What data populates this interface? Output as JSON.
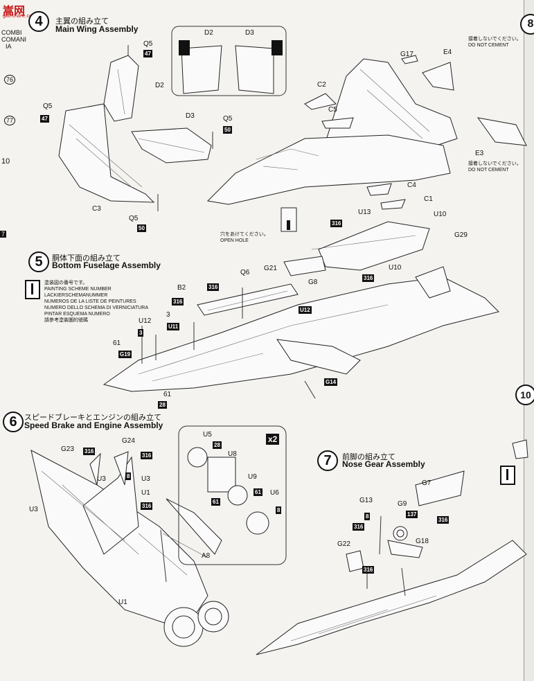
{
  "watermark": {
    "text": "嵩网",
    "sub": "gao.chane.com"
  },
  "left_fragments": [
    "COMBI",
    "COMANI",
    "IA",
    "76",
    "77",
    "10",
    "7"
  ],
  "right_edge": {
    "step_number": "8",
    "step10_number": "10"
  },
  "steps": [
    {
      "number": "4",
      "title_jp": "主翼の組み立て",
      "title_en": "Main Wing Assembly"
    },
    {
      "number": "5",
      "title_jp": "胴体下面の組み立て",
      "title_en": "Bottom Fuselage Assembly"
    },
    {
      "number": "6",
      "title_jp": "スピードブレーキとエンジンの組み立て",
      "title_en": "Speed Brake and Engine Assembly"
    },
    {
      "number": "7",
      "title_jp": "前脚の組み立て",
      "title_en": "Nose Gear Assembly"
    }
  ],
  "notes": {
    "do_not_cement_jp": "接着しないでください。",
    "do_not_cement_en": "DO NOT CEMENT",
    "open_hole_jp": "穴をあけてください。",
    "open_hole_en": "OPEN HOLE",
    "painting_scheme": [
      "塗装図の番号です。",
      "PAINTING SCHEME NUMBER",
      "LACKIERSCHEMANUMMER",
      "NUMEROS DE LA LISTE DE PEINTURES",
      "NUMERO DELLO SCHEMA DI VERNICIATURA",
      "PINTAR ESQUEMA NUMERO",
      "請參考塗裝圖的號碼"
    ],
    "multiplier": "x2"
  },
  "parts_step4": [
    "D2",
    "D3",
    "Q5",
    "47",
    "D2",
    "Q5",
    "47",
    "D3",
    "Q5",
    "50",
    "C3",
    "Q5",
    "50",
    "G17",
    "E4",
    "C2",
    "C5",
    "E3"
  ],
  "parts_step5": [
    "C4",
    "C1",
    "U13",
    "U10",
    "316",
    "G29",
    "U10",
    "316",
    "Q6",
    "G21",
    "B2",
    "316",
    "G8",
    "316",
    "U12",
    "U12",
    "3",
    "3",
    "U11",
    "61",
    "G19",
    "61",
    "28",
    "G14"
  ],
  "parts_step6": [
    "U5",
    "28",
    "U8",
    "U9",
    "61",
    "U6",
    "8",
    "61",
    "G23",
    "316",
    "G24",
    "316",
    "U3",
    "8",
    "U3",
    "U1",
    "316",
    "U3",
    "A8",
    "U1"
  ],
  "parts_step7": [
    "G7",
    "G13",
    "G9",
    "8",
    "137",
    "316",
    "316",
    "G18",
    "G22",
    "316"
  ]
}
